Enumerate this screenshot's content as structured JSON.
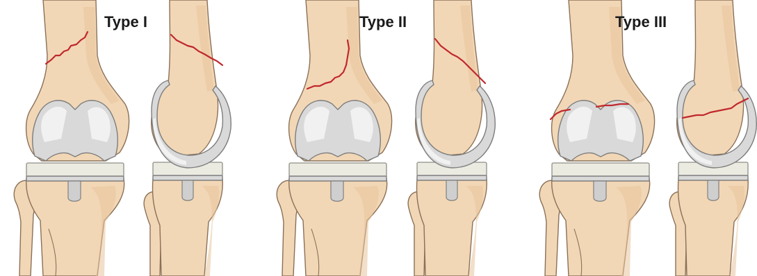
{
  "panels": [
    {
      "id": "type-1",
      "label": "Type I"
    },
    {
      "id": "type-2",
      "label": "Type II"
    },
    {
      "id": "type-3",
      "label": "Type III"
    }
  ],
  "colors": {
    "bone": "#f2d7b6",
    "implant_metal": "#d9d9d9",
    "polyethylene": "#ebebe2",
    "fracture_line": "#c0282d"
  }
}
